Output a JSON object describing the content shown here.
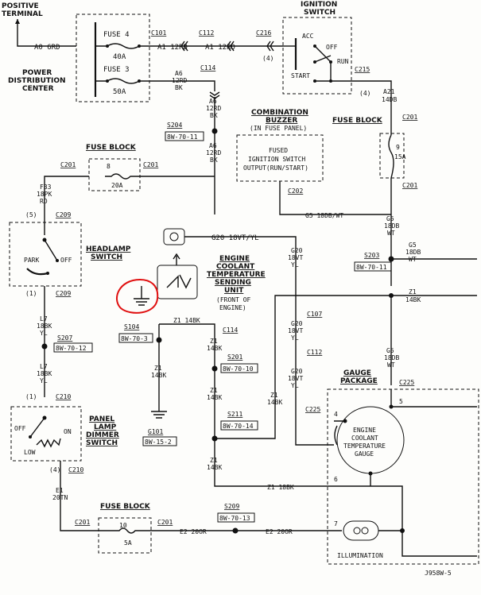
{
  "labels": {
    "pos_term_1": "POSITIVE",
    "pos_term_2": "TERMINAL",
    "pdc_1": "POWER",
    "pdc_2": "DISTRIBUTION",
    "pdc_3": "CENTER",
    "ign_1": "IGNITION",
    "ign_2": "SWITCH",
    "acc": "ACC",
    "off": "OFF",
    "run": "RUN",
    "start": "START",
    "fuse4": "FUSE 4",
    "fuse4_amp": "40A",
    "fuse3": "FUSE 3",
    "fuse3_amp": "50A",
    "buzz_1": "COMBINATION",
    "buzz_2": "BUZZER",
    "buzz_3": "(IN FUSE PANEL)",
    "buzz_box_1": "FUSED",
    "buzz_box_2": "IGNITION SWITCH",
    "buzz_box_3": "OUTPUT(RUN/START)",
    "fuseblock": "FUSE BLOCK",
    "fb_top_num": "9",
    "fb_top_amp": "15A",
    "fb_mid_num": "8",
    "fb_mid_amp": "20A",
    "fb_bot_num": "10",
    "fb_bot_amp": "5A",
    "hl_1": "HEADLAMP",
    "hl_2": "SWITCH",
    "park": "PARK",
    "hl_off": "OFF",
    "ect_1": "ENGINE",
    "ect_2": "COOLANT",
    "ect_3": "TEMPERATURE",
    "ect_4": "SENDING",
    "ect_5": "UNIT",
    "ect_6": "(FRONT OF",
    "ect_7": "ENGINE)",
    "dim_1": "PANEL",
    "dim_2": "LAMP",
    "dim_3": "DIMMER",
    "dim_4": "SWITCH",
    "dim_off": "OFF",
    "dim_on": "ON",
    "dim_low": "LOW",
    "gp_1": "GAUGE",
    "gp_2": "PACKAGE",
    "g_1": "ENGINE",
    "g_2": "COOLANT",
    "g_3": "TEMPERATURE",
    "g_4": "GAUGE",
    "illum": "ILLUMINATION",
    "fig": "J958W-5"
  },
  "connectors": {
    "c101": "C101",
    "c112a": "C112",
    "c216": "C216",
    "c114": "C114",
    "c215": "C215",
    "c201a": "C201",
    "c201b": "C201",
    "c202": "C202",
    "c201c": "C201",
    "c201d": "C201",
    "c209a": "C209",
    "c209b": "C209",
    "c107": "C107",
    "c114b": "C114",
    "c112b": "C112",
    "c225a": "C225",
    "c225b": "C225",
    "c210a": "C210",
    "c210b": "C210",
    "c201e": "C201",
    "c201f": "C201"
  },
  "splices": {
    "s204": "S204",
    "s204_ref": "8W-70-11",
    "s203": "S203",
    "s203_ref": "8W-70-11",
    "s104": "S104",
    "s104_ref": "8W-70-3",
    "s207": "S207",
    "s207_ref": "8W-70-12",
    "s201": "S201",
    "s201_ref": "8W-70-10",
    "s211": "S211",
    "s211_ref": "8W-70-14",
    "g101": "G101",
    "g101_ref": "8W-15-2",
    "s209": "S209",
    "s209_ref": "8W-70-13"
  },
  "wires": {
    "a0": "A0 6RD",
    "a1a": "A1 12RD",
    "a1b": "A1 12RD",
    "a6a_1": "A6",
    "a6a_2": "12RD",
    "a6a_3": "BK",
    "a6b_1": "A6",
    "a6b_2": "12RD",
    "a6b_3": "BK",
    "a6c_1": "A6",
    "a6c_2": "12RD",
    "a6c_3": "BK",
    "a21_1": "A21",
    "a21_2": "14DB",
    "g5a_1": "G5",
    "g5a_2": "18DB",
    "g5a_3": "WT",
    "g5b_1": "G5",
    "g5b_2": "18DB",
    "g5b_3": "WT",
    "g5c_1": "G5",
    "g5c_2": "18DB",
    "g5c_3": "WT",
    "g5d": "G5 18DB/WT",
    "f33_1": "F33",
    "f33_2": "18PK",
    "f33_3": "RD",
    "g20a": "G20 18VT/YL",
    "g20b_1": "G20",
    "g20b_2": "18VT",
    "g20b_3": "YL",
    "g20c_1": "G20",
    "g20c_2": "18VT",
    "g20c_3": "YL",
    "g20d_1": "G20",
    "g20d_2": "18VT",
    "g20d_3": "YL",
    "l7a_1": "L7",
    "l7a_2": "18BK",
    "l7a_3": "YL",
    "l7b_1": "L7",
    "l7b_2": "18BK",
    "l7b_3": "YL",
    "z1a": "Z1 14BK",
    "z1b_1": "Z1",
    "z1b_2": "14BK",
    "z1c_1": "Z1",
    "z1c_2": "14BK",
    "z1d_1": "Z1",
    "z1d_2": "14BK",
    "z1e_1": "Z1",
    "z1e_2": "14BK",
    "z1f_1": "Z1",
    "z1f_2": "14BK",
    "z1g_1": "Z1",
    "z1g_2": "14BK",
    "z1h_1": "Z1",
    "z1h_2": "14BK",
    "z1i": "Z1 18BK",
    "e1_1": "E1",
    "e1_2": "20TN",
    "e2a": "E2 20OR",
    "e2b": "E2 20OR"
  },
  "pins": {
    "p4a": "(4)",
    "p4b": "(4)",
    "p5": "(5)",
    "p1a": "(1)",
    "p1b": "(1)",
    "p4c": "(4)",
    "g4": "4",
    "g5": "5",
    "g6": "6",
    "g7": "7"
  },
  "colors": {
    "ink": "#111111",
    "annotation": "#e01010",
    "paper": "#fdfdfb"
  }
}
